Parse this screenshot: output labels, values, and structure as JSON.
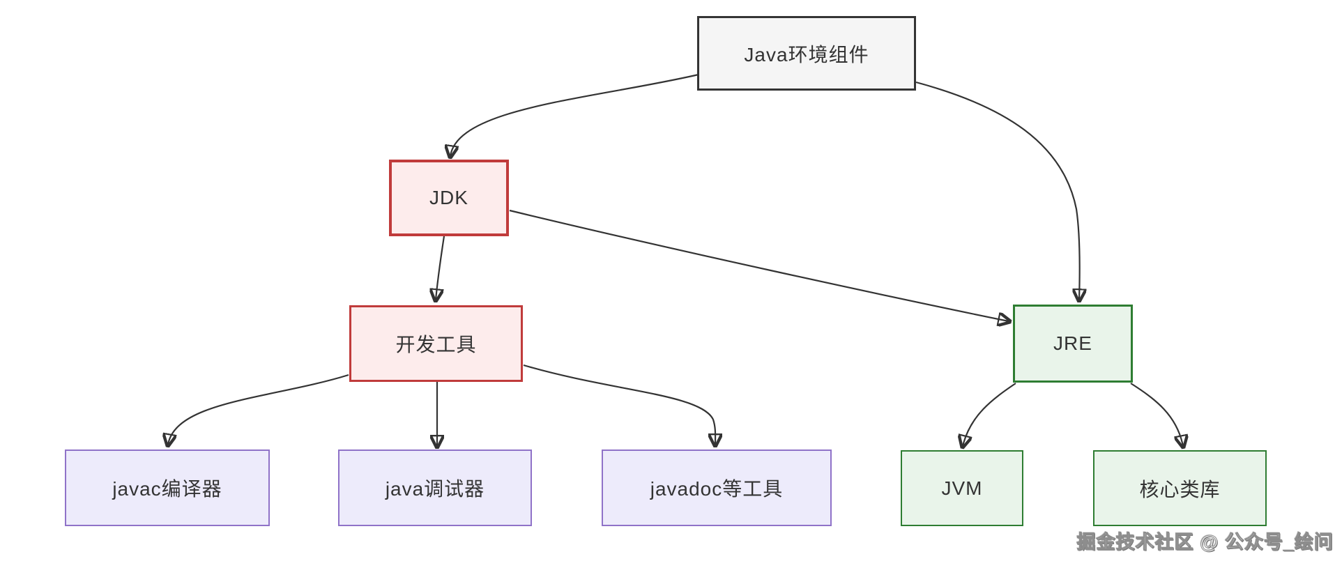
{
  "diagram_type": "flowchart",
  "nodes": [
    {
      "id": "root",
      "label": "Java环境组件",
      "group": "root"
    },
    {
      "id": "jdk",
      "label": "JDK",
      "group": "red"
    },
    {
      "id": "devtools",
      "label": "开发工具",
      "group": "red"
    },
    {
      "id": "jre",
      "label": "JRE",
      "group": "green"
    },
    {
      "id": "javac",
      "label": "javac编译器",
      "group": "purple"
    },
    {
      "id": "debugger",
      "label": "java调试器",
      "group": "purple"
    },
    {
      "id": "javadoc",
      "label": "javadoc等工具",
      "group": "purple"
    },
    {
      "id": "jvm",
      "label": "JVM",
      "group": "green"
    },
    {
      "id": "corelib",
      "label": "核心类库",
      "group": "green"
    }
  ],
  "edges": [
    {
      "from": "root",
      "to": "jdk"
    },
    {
      "from": "root",
      "to": "jre"
    },
    {
      "from": "jdk",
      "to": "devtools"
    },
    {
      "from": "jdk",
      "to": "jre"
    },
    {
      "from": "devtools",
      "to": "javac"
    },
    {
      "from": "devtools",
      "to": "debugger"
    },
    {
      "from": "devtools",
      "to": "javadoc"
    },
    {
      "from": "jre",
      "to": "jvm"
    },
    {
      "from": "jre",
      "to": "corelib"
    }
  ],
  "colors": {
    "root_border": "#343434",
    "root_fill": "#f5f5f5",
    "red_border": "#c03b3b",
    "red_fill": "#fdecec",
    "purple_border": "#8f72c8",
    "purple_fill": "#edebfb",
    "green_border": "#2e7d32",
    "green_fill": "#e9f4ea",
    "edge": "#333333",
    "text": "#333333"
  },
  "watermark": "掘金技术社区 @ 公众号_绘问"
}
